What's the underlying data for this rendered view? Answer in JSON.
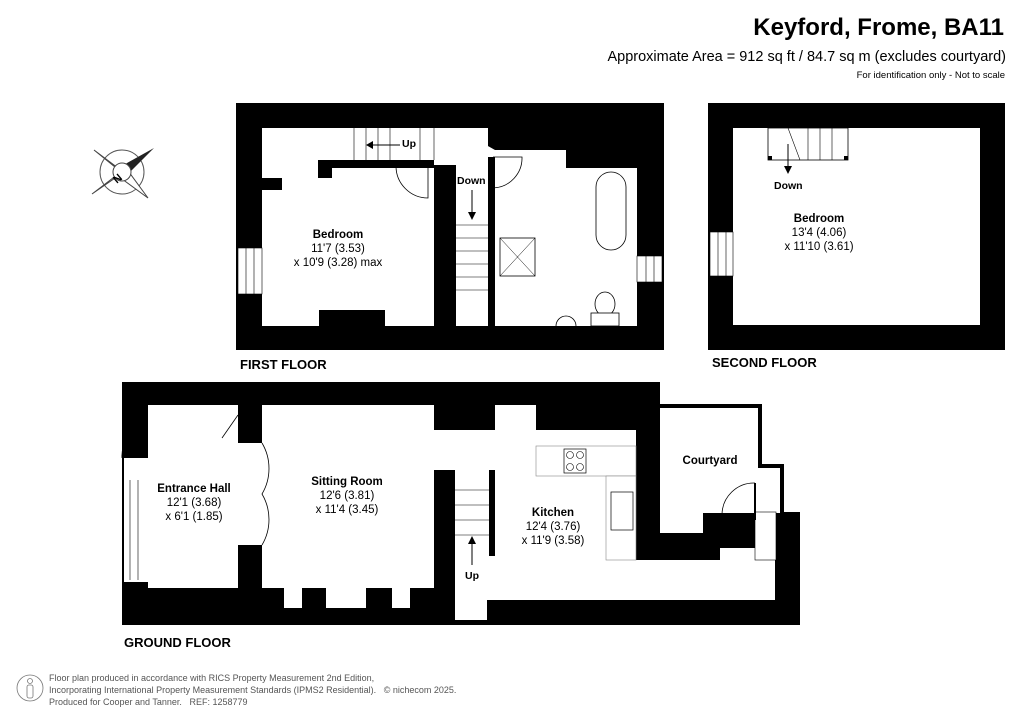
{
  "header": {
    "title": "Keyford, Frome, BA11",
    "area": "Approximate Area = 912 sq ft / 84.7 sq m (excludes courtyard)",
    "note": "For identification only - Not to scale"
  },
  "compass": {
    "label": "N"
  },
  "floors": {
    "first": {
      "label": "FIRST FLOOR",
      "bedroom": {
        "name": "Bedroom",
        "dim1": "11'7 (3.53)",
        "dim2": "x 10'9 (3.28) max"
      },
      "stairs_up": "Up",
      "stairs_down": "Down"
    },
    "second": {
      "label": "SECOND FLOOR",
      "bedroom": {
        "name": "Bedroom",
        "dim1": "13'4 (4.06)",
        "dim2": "x 11'10 (3.61)"
      },
      "stairs_down": "Down"
    },
    "ground": {
      "label": "GROUND FLOOR",
      "entrance_hall": {
        "name": "Entrance Hall",
        "dim1": "12'1 (3.68)",
        "dim2": "x 6'1 (1.85)"
      },
      "sitting_room": {
        "name": "Sitting Room",
        "dim1": "12'6 (3.81)",
        "dim2": "x 11'4 (3.45)"
      },
      "kitchen": {
        "name": "Kitchen",
        "dim1": "12'4 (3.76)",
        "dim2": "x 11'9 (3.58)"
      },
      "courtyard": {
        "name": "Courtyard"
      },
      "stairs_up": "Up"
    }
  },
  "footer": {
    "line1": "Floor plan produced in accordance with RICS Property Measurement 2nd Edition,",
    "line2": "Incorporating International Property Measurement Standards (IPMS2 Residential).",
    "copyright": "© nichecom 2025.",
    "line3": "Produced for Cooper and Tanner.",
    "ref": "REF:  1258779"
  }
}
